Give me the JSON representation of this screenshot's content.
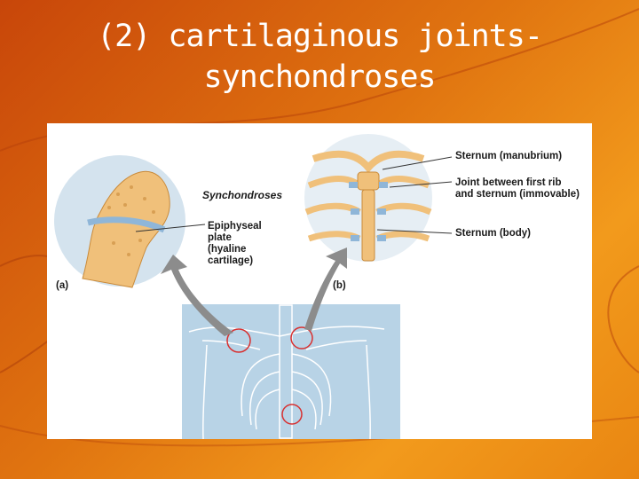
{
  "slide": {
    "title_line1": "(2) cartilaginous joints-",
    "title_line2": "synchondroses"
  },
  "figure": {
    "heading": "Synchondroses",
    "panel_a": {
      "marker": "(a)",
      "callout_lines": [
        "Epiphyseal",
        "plate",
        "(hyaline",
        "cartilage)"
      ]
    },
    "panel_b": {
      "marker": "(b)",
      "callouts": [
        {
          "lines": [
            "Sternum (manubrium)"
          ]
        },
        {
          "lines": [
            "Joint between first rib",
            "and sternum (immovable)"
          ]
        },
        {
          "lines": [
            "Sternum (body)"
          ]
        }
      ]
    }
  },
  "colors": {
    "bone": "#f0c07a",
    "cartilage": "#8fb6d8",
    "skeleton_bg": "#b8d3e6",
    "highlight_circle": "#d83030",
    "arrow": "#8c8c8c"
  }
}
